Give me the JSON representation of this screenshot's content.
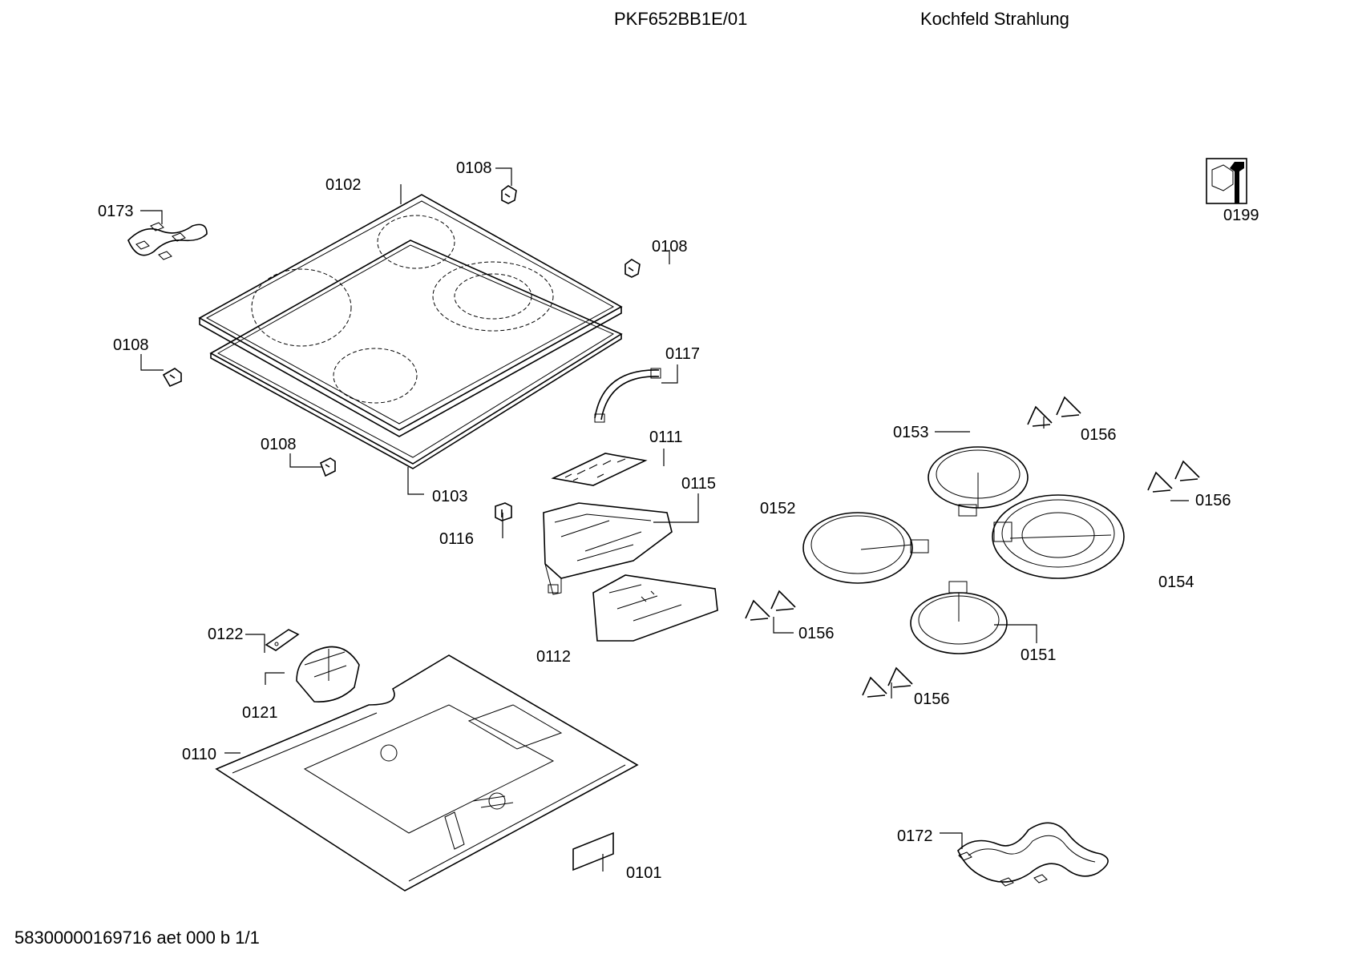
{
  "header": {
    "model": "PKF652BB1E/01",
    "title": "Kochfeld Strahlung"
  },
  "footer": {
    "code": "58300000169716 aet 000 b 1/1"
  },
  "callouts": [
    {
      "id": "c0102",
      "label": "0102"
    },
    {
      "id": "c0108a",
      "label": "0108"
    },
    {
      "id": "c0173",
      "label": "0173"
    },
    {
      "id": "c0108b",
      "label": "0108"
    },
    {
      "id": "c0199",
      "label": "0199"
    },
    {
      "id": "c0108c",
      "label": "0108"
    },
    {
      "id": "c0117",
      "label": "0117"
    },
    {
      "id": "c0111",
      "label": "0111"
    },
    {
      "id": "c0108d",
      "label": "0108"
    },
    {
      "id": "c0103",
      "label": "0103"
    },
    {
      "id": "c0115",
      "label": "0115"
    },
    {
      "id": "c0116",
      "label": "0116"
    },
    {
      "id": "c0153",
      "label": "0153"
    },
    {
      "id": "c0156a",
      "label": "0156"
    },
    {
      "id": "c0156b",
      "label": "0156"
    },
    {
      "id": "c0152",
      "label": "0152"
    },
    {
      "id": "c0154",
      "label": "0154"
    },
    {
      "id": "c0156c",
      "label": "0156"
    },
    {
      "id": "c0151",
      "label": "0151"
    },
    {
      "id": "c0156d",
      "label": "0156"
    },
    {
      "id": "c0122",
      "label": "0122"
    },
    {
      "id": "c0112",
      "label": "0112"
    },
    {
      "id": "c0121",
      "label": "0121"
    },
    {
      "id": "c0110",
      "label": "0110"
    },
    {
      "id": "c0101",
      "label": "0101"
    },
    {
      "id": "c0172",
      "label": "0172"
    }
  ],
  "icons": {
    "service": "wrench-nut-icon"
  }
}
